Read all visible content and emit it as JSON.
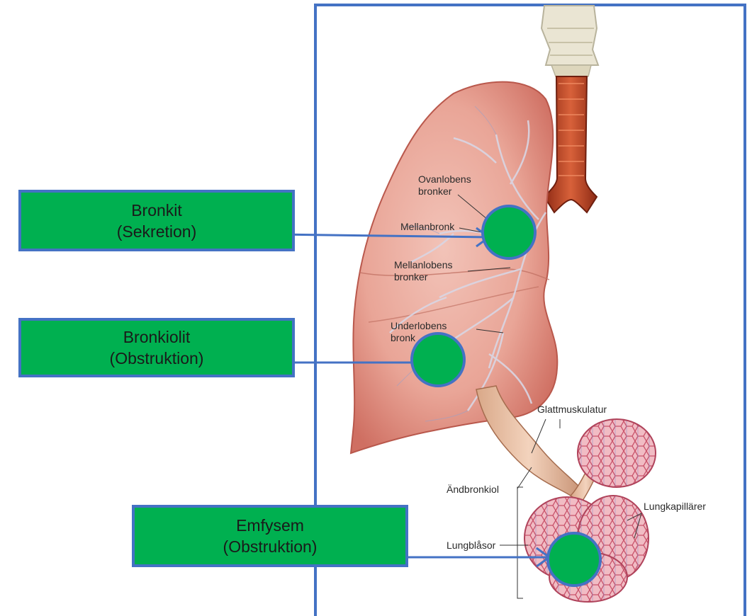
{
  "colors": {
    "frame": "#4472c4",
    "marker_fill": "#00b050",
    "marker_stroke": "#4472c4",
    "lung_tissue": "#e8a79c",
    "trachea": "#c8502e",
    "cartilage": "#e9e4d2"
  },
  "callouts": [
    {
      "title": "Bronkit",
      "subtitle": "(Sekretion)"
    },
    {
      "title": "Bronkiolit",
      "subtitle": "(Obstruktion)"
    },
    {
      "title": "Emfysem",
      "subtitle": "(Obstruktion)"
    }
  ],
  "anatomy_labels": {
    "ovanlobens_1": "Ovanlobens",
    "ovanlobens_2": "bronker",
    "mellanbronk": "Mellanbronk",
    "mellanlobens_1": "Mellanlobens",
    "mellanlobens_2": "bronker",
    "underlobens_1": "Underlobens",
    "underlobens_2": "bronk",
    "glattmuskulatur": "Glattmuskulatur",
    "andbronkiol": "Ändbronkiol",
    "lungkapillarer": "Lungkapillärer",
    "lungblasor": "Lungblåsor"
  }
}
